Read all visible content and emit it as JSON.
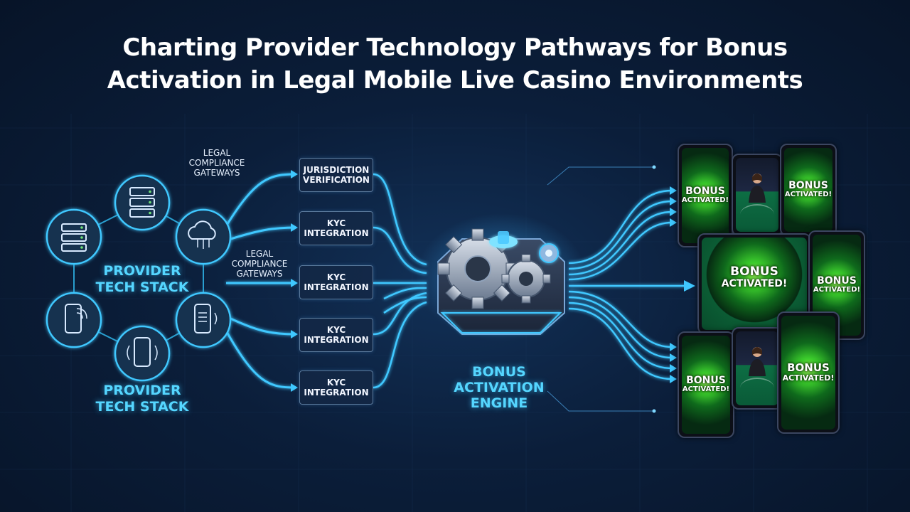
{
  "title": {
    "line1": "Charting Provider Technology Pathways for Bonus",
    "line2": "Activation in Legal Mobile Live Casino Environments"
  },
  "provider_hub": {
    "label_line1": "PROVIDER",
    "label_line2": "TECH STACK",
    "bottom_label_line1": "PROVIDER",
    "bottom_label_line2": "TECH STACK",
    "nodes": [
      "server-rack-icon",
      "cloud-network-icon",
      "mobile-wave-icon",
      "smartphone-vibrate-icon",
      "mobile-touch-icon",
      "server-list-icon"
    ]
  },
  "gateway_labels": [
    {
      "line1": "LEGAL",
      "line2": "COMPLIANCE",
      "line3": "GATEWAYS"
    },
    {
      "line1": "LEGAL",
      "line2": "COMPLIANCE",
      "line3": "GATEWAYS"
    }
  ],
  "gates": [
    {
      "line1": "JURISDICTION",
      "line2": "VERIFICATION"
    },
    {
      "line1": "KYC",
      "line2": "INTEGRATION"
    },
    {
      "line1": "KYC",
      "line2": "INTEGRATION"
    },
    {
      "line1": "KYC",
      "line2": "INTEGRATION"
    },
    {
      "line1": "KYC",
      "line2": "INTEGRATION"
    }
  ],
  "engine": {
    "line1": "BONUS",
    "line2": "ACTIVATION",
    "line3": "ENGINE",
    "icon": "gear-cluster-icon"
  },
  "devices": [
    {
      "kind": "phone",
      "line1": "BONUS",
      "line2": "ACTIVATED!"
    },
    {
      "kind": "live-table",
      "line1": "",
      "line2": ""
    },
    {
      "kind": "phone",
      "line1": "BONUS",
      "line2": "ACTIVATED!"
    },
    {
      "kind": "tablet",
      "line1": "BONUS",
      "line2": "ACTIVATED!"
    },
    {
      "kind": "phone",
      "line1": "BONUS",
      "line2": "ACTIVATED!"
    },
    {
      "kind": "phone",
      "line1": "BONUS",
      "line2": "ACTIVATED!"
    },
    {
      "kind": "live-table",
      "line1": "",
      "line2": ""
    },
    {
      "kind": "phone",
      "line1": "BONUS",
      "line2": "ACTIVATED!"
    }
  ],
  "colors": {
    "background": "#0b1e3a",
    "accent_cyan": "#55d6ff",
    "flow_line": "#3fc8ff",
    "bonus_green": "#3ccd2c"
  }
}
